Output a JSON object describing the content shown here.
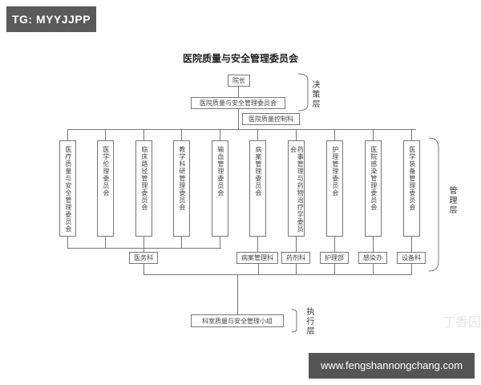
{
  "badge": {
    "label": "TG: MYYJJPP"
  },
  "title": "医院质量与安全管理委员会",
  "decision_layer": {
    "label": "决策层",
    "top": "院长",
    "committee": "医院质量与安全管理委员会",
    "control_office": "医院质量控制科"
  },
  "management_layer": {
    "label": "管理层",
    "committees": [
      "医疗质量与安全管理委员会",
      "医学伦理委员会",
      "临床路径管理委员会",
      "教学科研管理委员会",
      "输血管理委员会",
      "病案管理委员会",
      "药事管理与药物治疗学委员会",
      "护理管理委员会",
      "医院感染管理委员会",
      "医学装备管理委员会"
    ],
    "departments": [
      "医务科",
      "病案管理科",
      "药剂科",
      "护理部",
      "感染办",
      "设备科"
    ]
  },
  "execution_layer": {
    "label": "执行层",
    "group": "科室质量与安全管理小组"
  },
  "watermark": {
    "text": "丁香园"
  },
  "footer": {
    "url": "www.fengshannongchang.com"
  }
}
